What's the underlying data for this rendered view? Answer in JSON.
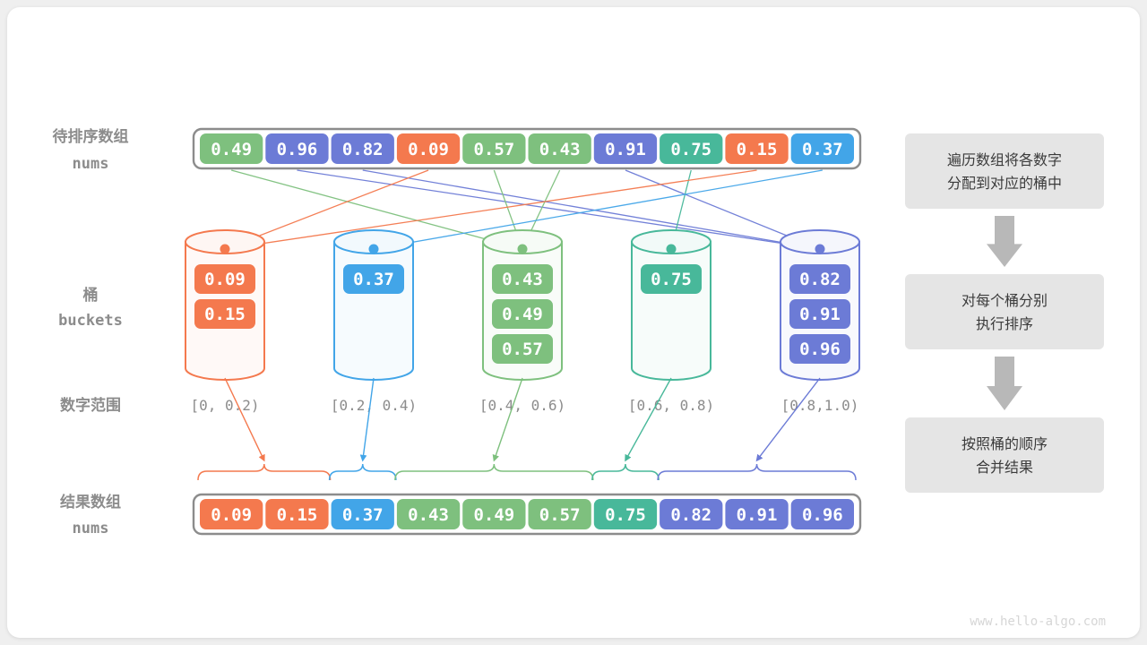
{
  "meta": {
    "title": "桶排序 bucket sort",
    "watermark": "www.hello-algo.com",
    "background": "#efefef",
    "card_background": "#ffffff"
  },
  "palette": {
    "orange": "#f4794e",
    "blue": "#42a5e8",
    "green": "#7ec07e",
    "teal": "#48b89a",
    "purple": "#6c7bd6",
    "label_gray": "#8c8c8c",
    "frame_gray": "#8c8c8c",
    "note_fill": "#e5e5e5",
    "note_text": "#3b3b3b",
    "arrow_gray": "#b8b8b8"
  },
  "labels": {
    "input_cn": "待排序数组",
    "input_mono": "nums",
    "buckets_cn": "桶",
    "buckets_mono": "buckets",
    "ranges_cn": "数字范围",
    "result_cn": "结果数组",
    "result_mono": "nums"
  },
  "input_array": {
    "values": [
      "0.49",
      "0.96",
      "0.82",
      "0.09",
      "0.57",
      "0.43",
      "0.91",
      "0.75",
      "0.15",
      "0.37"
    ],
    "colors": [
      "green",
      "purple",
      "purple",
      "orange",
      "green",
      "green",
      "purple",
      "teal",
      "orange",
      "blue"
    ],
    "bucket_index": [
      2,
      4,
      4,
      0,
      2,
      2,
      4,
      3,
      0,
      1
    ]
  },
  "ranges": [
    "[0, 0.2)",
    "[0.2, 0.4)",
    "[0.4, 0.6)",
    "[0.6, 0.8)",
    "[0.8,1.0)"
  ],
  "buckets": [
    {
      "color": "orange",
      "items": [
        "0.09",
        "0.15"
      ]
    },
    {
      "color": "blue",
      "items": [
        "0.37"
      ]
    },
    {
      "color": "green",
      "items": [
        "0.43",
        "0.49",
        "0.57"
      ]
    },
    {
      "color": "teal",
      "items": [
        "0.75"
      ]
    },
    {
      "color": "purple",
      "items": [
        "0.82",
        "0.91",
        "0.96"
      ]
    }
  ],
  "result_array": {
    "values": [
      "0.09",
      "0.15",
      "0.37",
      "0.43",
      "0.49",
      "0.57",
      "0.75",
      "0.82",
      "0.91",
      "0.96"
    ],
    "colors": [
      "orange",
      "orange",
      "blue",
      "green",
      "green",
      "green",
      "teal",
      "purple",
      "purple",
      "purple"
    ],
    "groups": [
      {
        "bucket": 0,
        "start": 0,
        "count": 2
      },
      {
        "bucket": 1,
        "start": 2,
        "count": 1
      },
      {
        "bucket": 2,
        "start": 3,
        "count": 3
      },
      {
        "bucket": 3,
        "start": 6,
        "count": 1
      },
      {
        "bucket": 4,
        "start": 7,
        "count": 3
      }
    ]
  },
  "steps": [
    {
      "lines": [
        "遍历数组将各数字",
        "分配到对应的桶中"
      ]
    },
    {
      "lines": [
        "对每个桶分别",
        "执行排序"
      ]
    },
    {
      "lines": [
        "按照桶的顺序",
        "合并结果"
      ]
    }
  ]
}
